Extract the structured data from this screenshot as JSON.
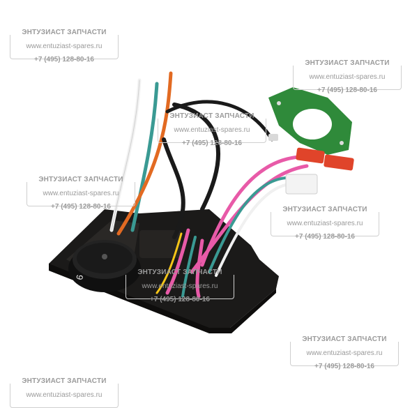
{
  "watermark": {
    "title": "ЭНТУЗИАСТ ЗАПЧАСТИ",
    "url": "www.entuziast-spares.ru",
    "phone": "+7 (495) 128-80-16"
  },
  "product": {
    "dial_label": "6"
  },
  "colors": {
    "board": "#1b1a19",
    "pcb": "#2f8a3a",
    "orange_terminal": "#e0442a",
    "pink_wire": "#e85aa8",
    "teal_wire": "#3a9a93",
    "orange_wire": "#e26a22"
  }
}
